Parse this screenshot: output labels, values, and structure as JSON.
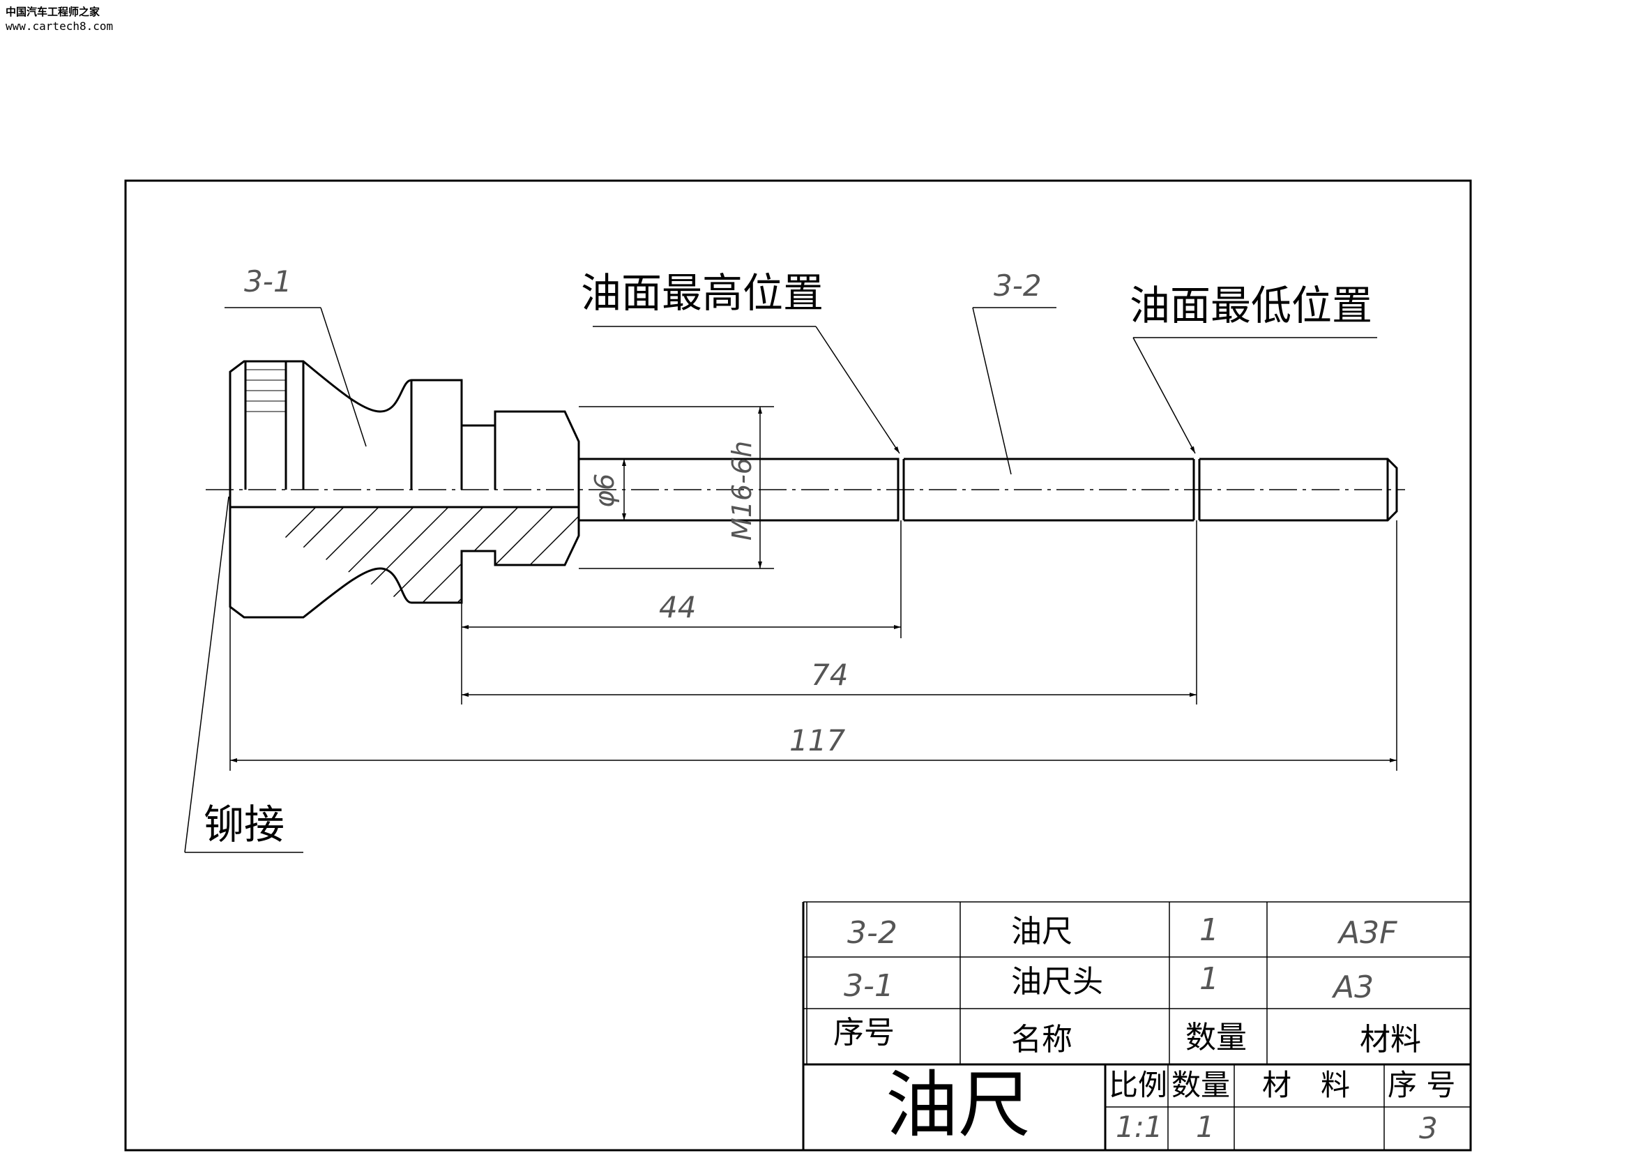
{
  "watermark": {
    "line1": "中国汽车工程师之家",
    "line2": "www.cartech8.com"
  },
  "callouts": {
    "part_head": "3-1",
    "part_rod": "3-2",
    "max_level": "油面最高位置",
    "min_level": "油面最低位置",
    "riveted": "铆接"
  },
  "dimensions": {
    "dia_rod": "φ6",
    "thread": "M16-6h",
    "d44": "44",
    "d74": "74",
    "d117": "117"
  },
  "parts_list": {
    "headers": {
      "no": "序号",
      "name": "名称",
      "qty": "数量",
      "material": "材料"
    },
    "rows": [
      {
        "no": "3-2",
        "name": "油尺",
        "qty": "1",
        "material": "A3F"
      },
      {
        "no": "3-1",
        "name": "油尺头",
        "qty": "1",
        "material": "A3"
      }
    ]
  },
  "title_block": {
    "title": "油尺",
    "scale_label": "比例",
    "qty_label": "数量",
    "material_label": "材　料",
    "no_label": "序 号",
    "scale_value": "1:1",
    "qty_value": "1",
    "material_value": "",
    "no_value": "3"
  }
}
